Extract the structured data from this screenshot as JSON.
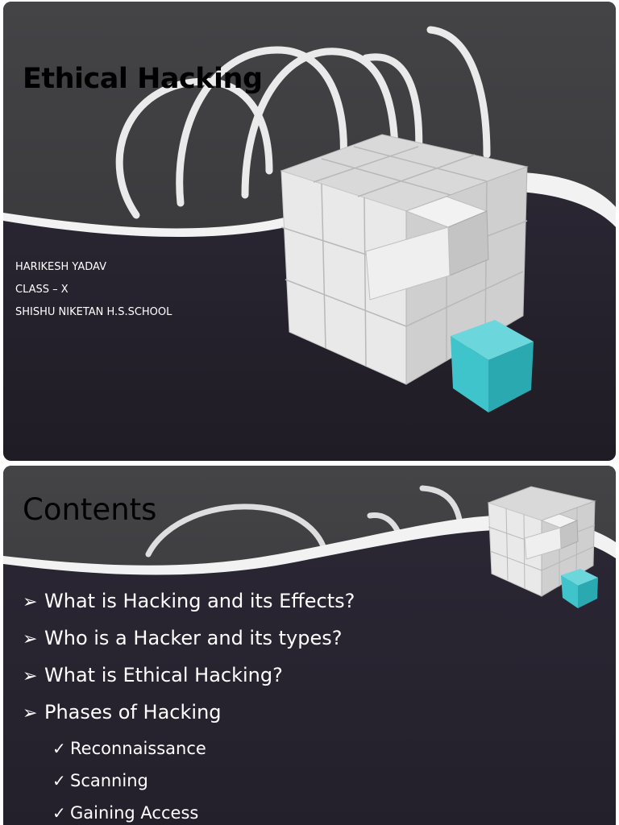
{
  "slide1": {
    "title": "Ethical Hacking",
    "author_lines": [
      "HARIKESH YADAV",
      "CLASS – X",
      "SHISHU NIKETAN H.S.SCHOOL"
    ]
  },
  "slide2": {
    "title": "Contents",
    "bullet_marker": "➢",
    "check_marker": "✓",
    "items": [
      "What is Hacking and its Effects?",
      "Who is a Hacker and its types?",
      "What is Ethical Hacking?",
      "Phases of Hacking"
    ],
    "subitems": [
      "Reconnaissance",
      "Scanning",
      "Gaining Access"
    ]
  },
  "colors": {
    "top_band": "#3a3a3d",
    "bottom_band": "#26222e",
    "wave": "#ffffff",
    "cube_white": "#e8e8e8",
    "cube_teal": "#3fc4cc",
    "text_light": "#ffffff",
    "text_dark": "#000000"
  },
  "icons": [
    "white-cube-icon",
    "teal-cube-icon",
    "arrow-bullet-icon",
    "checkmark-icon"
  ]
}
